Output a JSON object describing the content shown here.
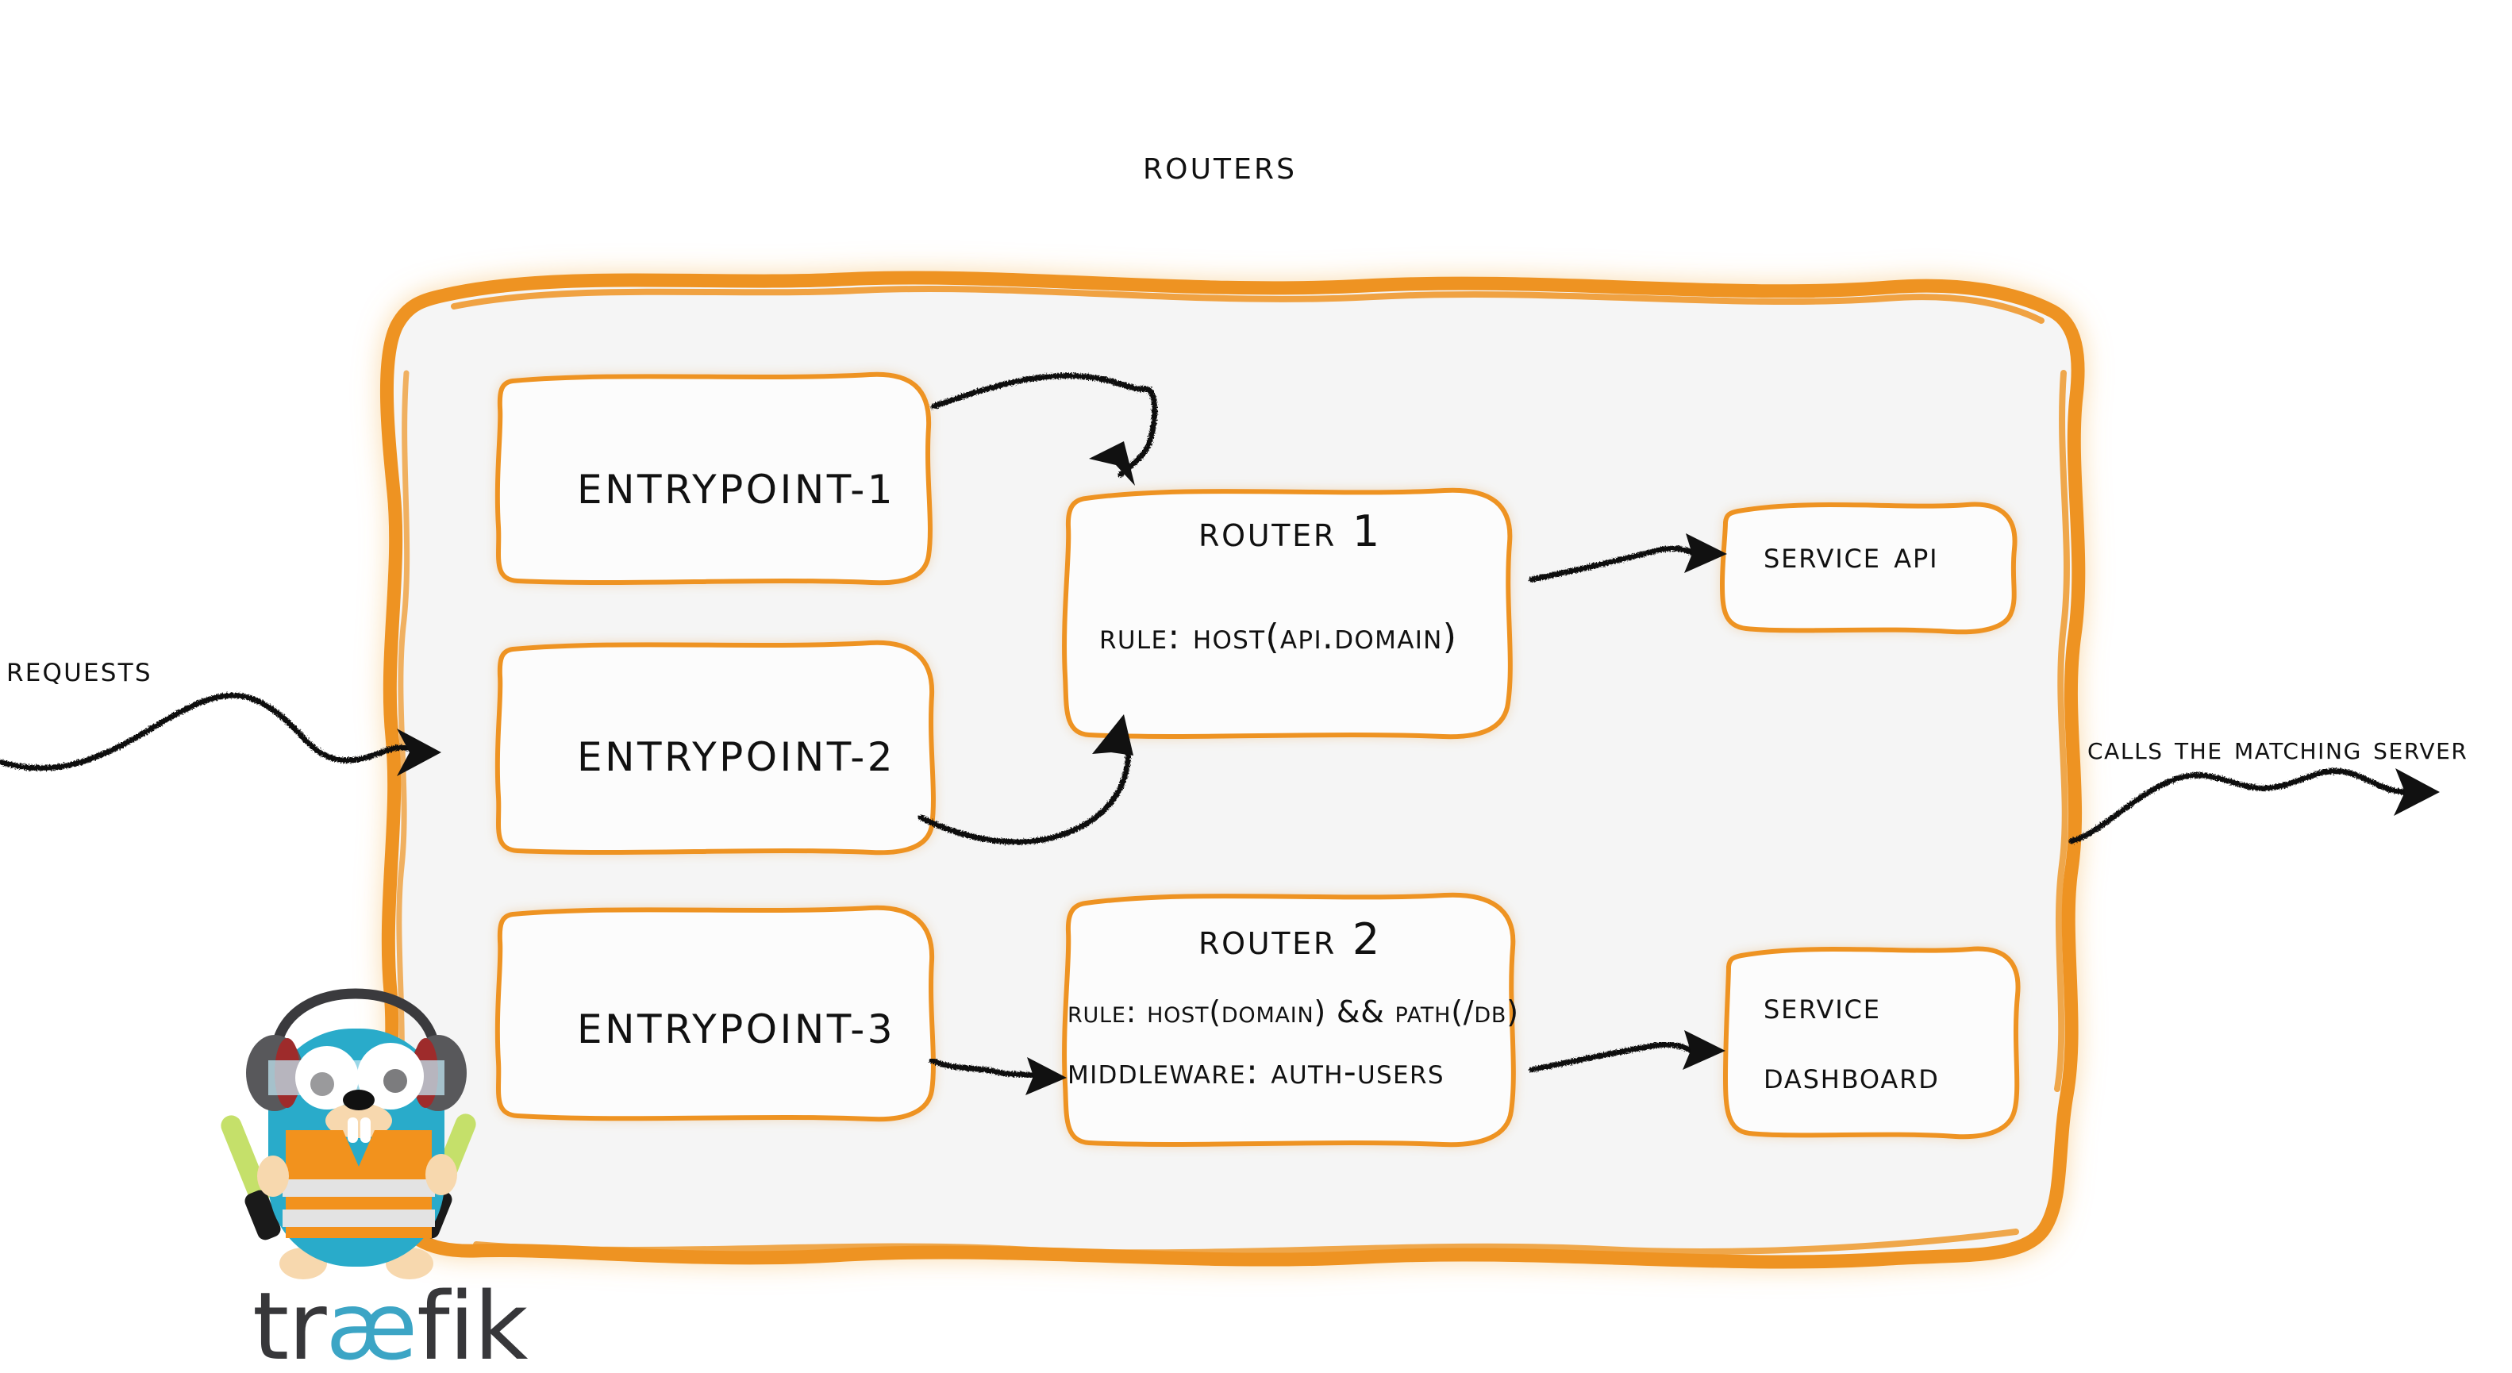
{
  "diagram": {
    "title": "Routers",
    "brand": "træfik",
    "colors": {
      "accent_orange": "#EE9322",
      "panel_fill": "#F5F5F5",
      "box_fill": "#FCFCFC",
      "ink": "#111111",
      "gopher_body": "#29ABCA",
      "gopher_vest": "#F2921D",
      "gopher_stripe": "#E3E3E3",
      "headphone_gray": "#58585B",
      "headphone_red": "#9E2B2B",
      "wand_green": "#C5E06A",
      "muzzle_tan": "#F7D8AE",
      "wordmark_dark": "#37373A",
      "wordmark_cyan": "#3CA5C5"
    }
  },
  "left_flow": {
    "requests_label": "Requests"
  },
  "right_flow": {
    "calls_label": "Calls the matching server"
  },
  "entrypoints": [
    {
      "label": "entrypoint-1"
    },
    {
      "label": "entrypoint-2"
    },
    {
      "label": "entrypoint-3"
    }
  ],
  "routers": [
    {
      "name": "Router 1",
      "rule_label": "rule:",
      "rule_value": "Host(api.domain)",
      "rule_full": "rule: Host(api.domain)"
    },
    {
      "name": "Router 2",
      "rule_label": "rule:",
      "rule_value": "Host(domain) && Path(/db)",
      "rule_full": "rule: Host(domain) && Path(/db)",
      "middleware_label": "Middleware:",
      "middleware_value": "auth-users",
      "middleware_full": "Middleware: auth-users"
    }
  ],
  "services": [
    {
      "line1": "Service API",
      "line2": ""
    },
    {
      "line1": "Service",
      "line2": "Dashboard"
    }
  ]
}
